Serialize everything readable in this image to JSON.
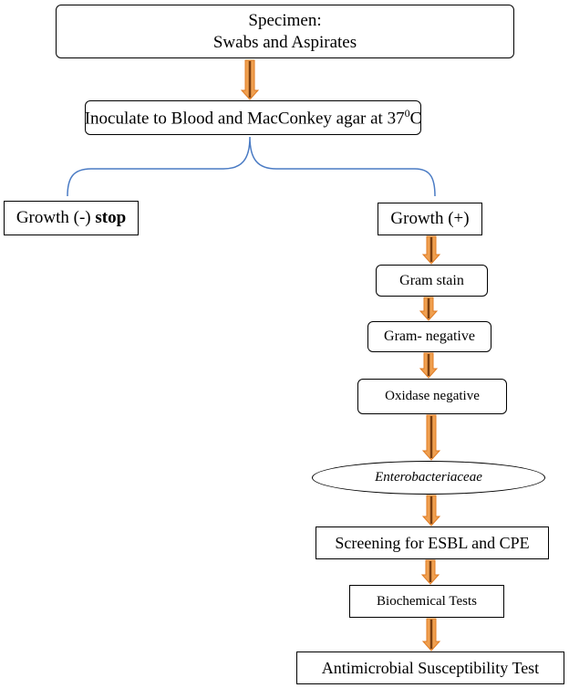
{
  "colors": {
    "arrow_fill": "#f0a050",
    "arrow_outline": "#e07b23",
    "arrow_shaft": "#7a3e10",
    "connector": "#4a7bc4",
    "box_border": "#000000"
  },
  "nodes": {
    "specimen": {
      "line1": "Specimen:",
      "line2": "Swabs and Aspirates"
    },
    "inoculate": {
      "text": "Inoculate to Blood and MacConkey agar at 37",
      "sup": "0",
      "tail": "C"
    },
    "growth_negative": {
      "text": "Growth (-) ",
      "bold": "stop"
    },
    "growth_positive": {
      "text": "Growth (+)"
    },
    "gram_stain": {
      "text": "Gram stain"
    },
    "gram_negative": {
      "text": "Gram- negative"
    },
    "oxidase_negative": {
      "text": "Oxidase negative"
    },
    "enterobacteriaceae": {
      "text": "Enterobacteriaceae"
    },
    "screening": {
      "text": "Screening for ESBL and CPE"
    },
    "biochemical": {
      "text": "Biochemical Tests"
    },
    "ast": {
      "text": "Antimicrobial Susceptibility Test"
    }
  }
}
